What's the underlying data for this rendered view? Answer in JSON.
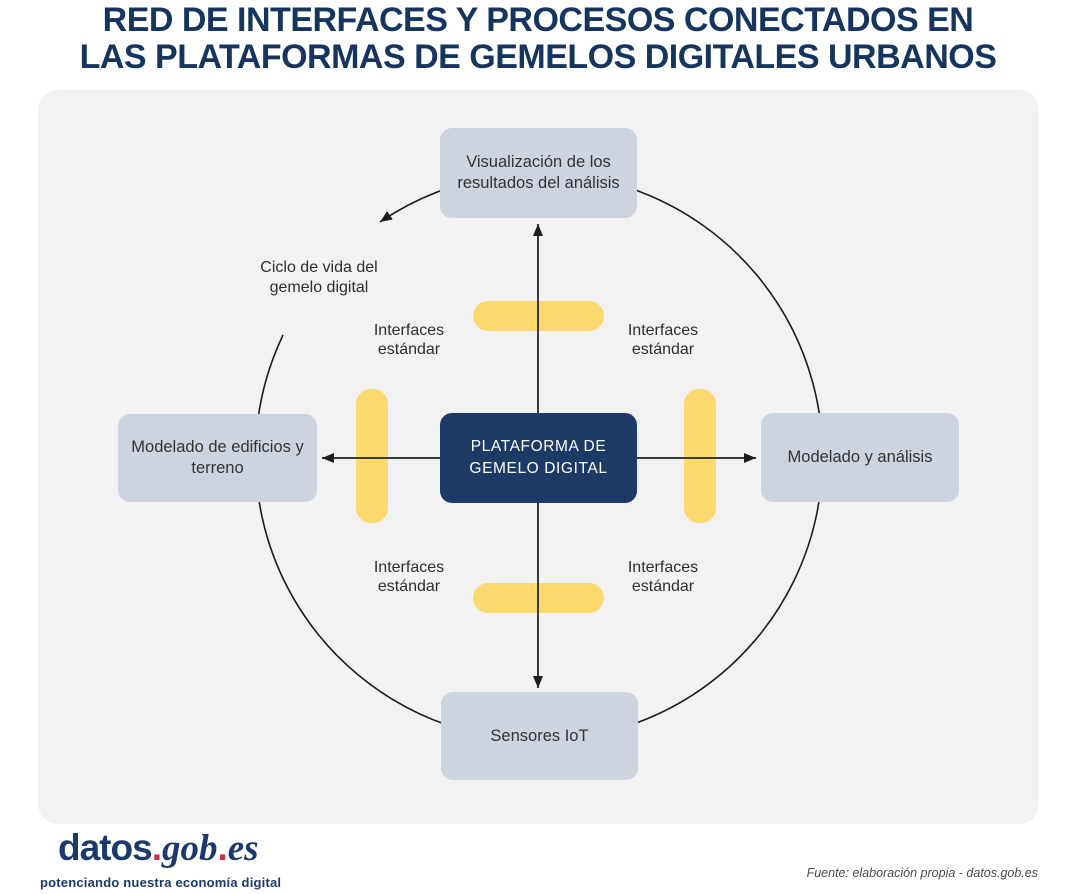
{
  "title": {
    "line1": "RED DE INTERFACES Y PROCESOS CONECTADOS EN",
    "line2": "LAS PLATAFORMAS DE GEMELOS DIGITALES URBANOS"
  },
  "diagram": {
    "center_node": "PLATAFORMA DE GEMELO DIGITAL",
    "node_top": "Visualización de los resultados del análisis",
    "node_right": "Modelado y análisis",
    "node_bottom": "Sensores IoT",
    "node_left": "Modelado de edificios y terreno",
    "interface_labels": [
      "Interfaces estándar",
      "Interfaces estándar",
      "Interfaces estándar",
      "Interfaces estándar"
    ],
    "cycle_label": "Ciclo de vida del gemelo digital",
    "colors": {
      "center_node_bg": "#1d3a67",
      "node_bg": "#cdd4e0",
      "interface_bar": "#fbd96f",
      "panel_bg": "#f2f2f3",
      "title_text": "#16355e",
      "arrow": "#1c1c1c"
    }
  },
  "footer": {
    "logo_datos": "datos",
    "logo_dot1": ".",
    "logo_gob": "gob",
    "logo_dot2": ".",
    "logo_es": "es",
    "tagline": "potenciando nuestra economía digital",
    "source": "Fuente: elaboración propia - datos.gob.es"
  }
}
